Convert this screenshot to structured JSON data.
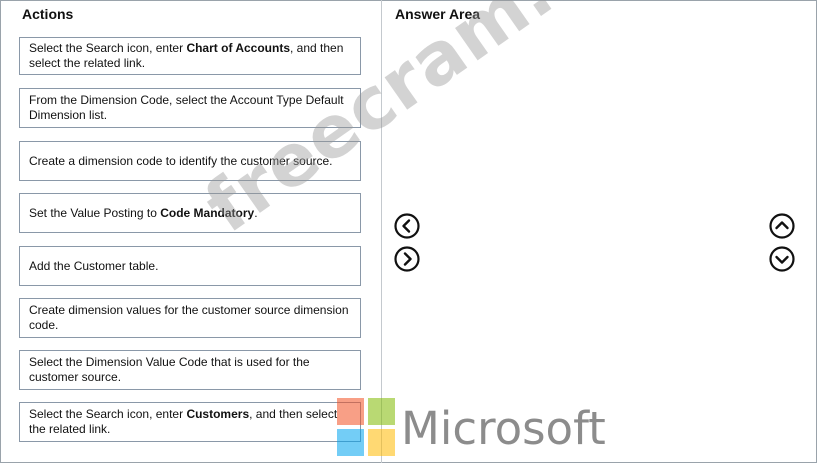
{
  "actions_panel": {
    "title": "Actions",
    "items": [
      {
        "pre": "Select the Search icon, enter ",
        "bold": "Chart of Accounts",
        "post": ", and then select the related link."
      },
      {
        "pre": "From the Dimension Code, select the Account Type Default Dimension list.",
        "bold": "",
        "post": ""
      },
      {
        "pre": "Create a dimension code to identify the customer source.",
        "bold": "",
        "post": ""
      },
      {
        "pre": "Set the Value Posting to ",
        "bold": "Code Mandatory",
        "post": "."
      },
      {
        "pre": "Add the Customer table.",
        "bold": "",
        "post": ""
      },
      {
        "pre": "Create dimension values for the customer source dimension code.",
        "bold": "",
        "post": ""
      },
      {
        "pre": "Select the Dimension Value Code that is used for the customer source.",
        "bold": "",
        "post": ""
      },
      {
        "pre": "Select the Search icon, enter ",
        "bold": "Customers",
        "post": ", and then select the related link."
      }
    ]
  },
  "answer_panel": {
    "title": "Answer Area"
  },
  "controls": {
    "move_left_icon": "chevron-left-circle",
    "move_right_icon": "chevron-right-circle",
    "move_up_icon": "chevron-up-circle",
    "move_down_icon": "chevron-down-circle"
  },
  "watermark": "freecram.net",
  "logo": {
    "text": "Microsoft",
    "colors": {
      "red": "#f25022",
      "green": "#7fba00",
      "blue": "#00a4ef",
      "yellow": "#ffb900"
    }
  }
}
